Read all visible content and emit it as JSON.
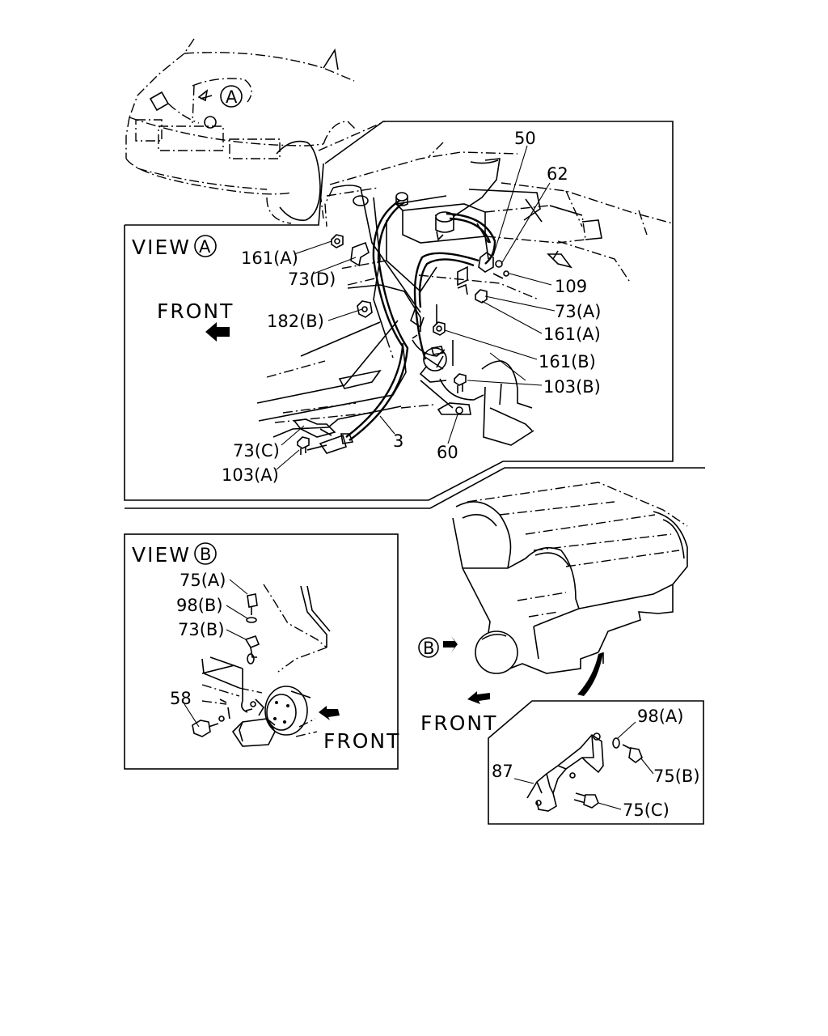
{
  "views": {
    "view_a_title": "VIEW",
    "view_a_letter": "A",
    "view_b_title": "VIEW",
    "view_b_letter": "B",
    "callout_a": "A",
    "callout_b": "B"
  },
  "directions": {
    "front_a": "FRONT",
    "front_b": "FRONT",
    "front_engine": "FRONT"
  },
  "parts": {
    "p50": "50",
    "p62": "62",
    "p109": "109",
    "p73a": "73(A)",
    "p161a_right": "161(A)",
    "p161b": "161(B)",
    "p103b": "103(B)",
    "p161a_left": "161(A)",
    "p73d": "73(D)",
    "p182b": "182(B)",
    "p3": "3",
    "p73c": "73(C)",
    "p103a": "103(A)",
    "p60": "60",
    "p75a": "75(A)",
    "p98b": "98(B)",
    "p73b": "73(B)",
    "p58": "58",
    "p98a": "98(A)",
    "p87": "87",
    "p75b": "75(B)",
    "p75c": "75(C)"
  }
}
